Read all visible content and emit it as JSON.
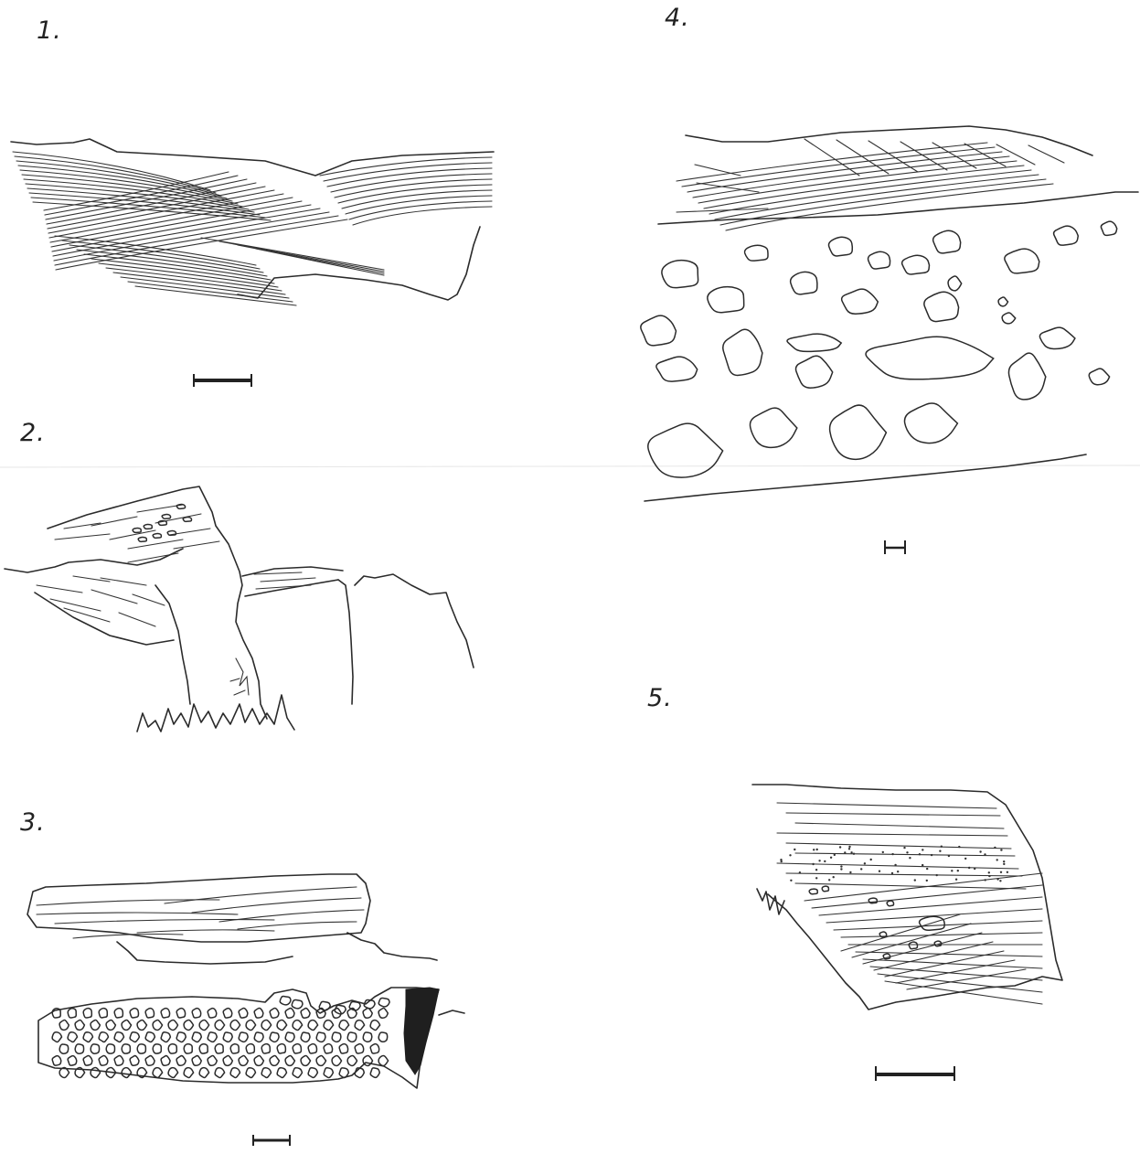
{
  "figure": {
    "panels": [
      {
        "id": "1",
        "label": "1."
      },
      {
        "id": "2",
        "label": "2."
      },
      {
        "id": "3",
        "label": "3."
      },
      {
        "id": "4",
        "label": "4."
      },
      {
        "id": "5",
        "label": "5."
      }
    ]
  }
}
